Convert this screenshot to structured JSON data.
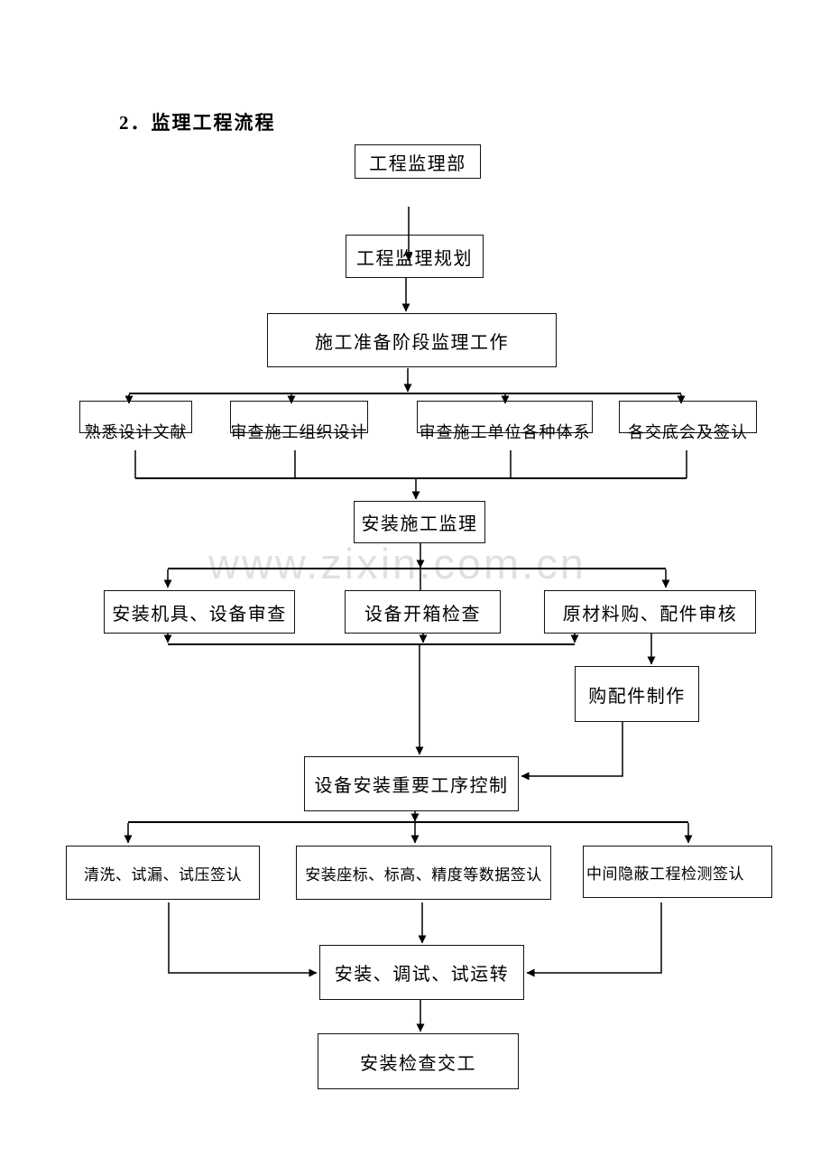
{
  "document": {
    "heading": "2．监理工程流程",
    "watermark": "www.zixin.com.cn"
  },
  "colors": {
    "line": "#000000",
    "box_border": "#111111",
    "text": "#000000",
    "watermark": "#e0e0e0",
    "background": "#ffffff"
  },
  "flowchart": {
    "nodes": [
      {
        "id": "supervision-dept",
        "label": "工程监理部"
      },
      {
        "id": "supervision-plan",
        "label": "工程监理规划"
      },
      {
        "id": "prep-stage-work",
        "label": "施工准备阶段监理工作"
      },
      {
        "id": "familiarize-design-docs",
        "label": "熟悉设计文献"
      },
      {
        "id": "review-org-design",
        "label": "审查施工组织设计"
      },
      {
        "id": "review-contractor-systems",
        "label": "审查施工单位各种体系"
      },
      {
        "id": "disclosure-meetings",
        "label": "各交底会及签认"
      },
      {
        "id": "install-supervision",
        "label": "安装施工监理"
      },
      {
        "id": "tools-equipment-review",
        "label": "安装机具、设备审查"
      },
      {
        "id": "unboxing-inspection",
        "label": "设备开箱检查"
      },
      {
        "id": "materials-parts-review",
        "label": "原材料购、配件审核"
      },
      {
        "id": "parts-fabrication",
        "label": "购配件制作"
      },
      {
        "id": "key-process-control",
        "label": "设备安装重要工序控制"
      },
      {
        "id": "clean-leak-pressure-sign",
        "label": "清洗、试漏、试压签认"
      },
      {
        "id": "coordinates-data-sign",
        "label": "安装座标、标高、精度等数据签认"
      },
      {
        "id": "hidden-works-inspection",
        "label": "中间隐蔽工程检测签认"
      },
      {
        "id": "install-debug-trial",
        "label": "安装、调试、试运转"
      },
      {
        "id": "final-inspection-handover",
        "label": "安装检查交工"
      }
    ]
  }
}
